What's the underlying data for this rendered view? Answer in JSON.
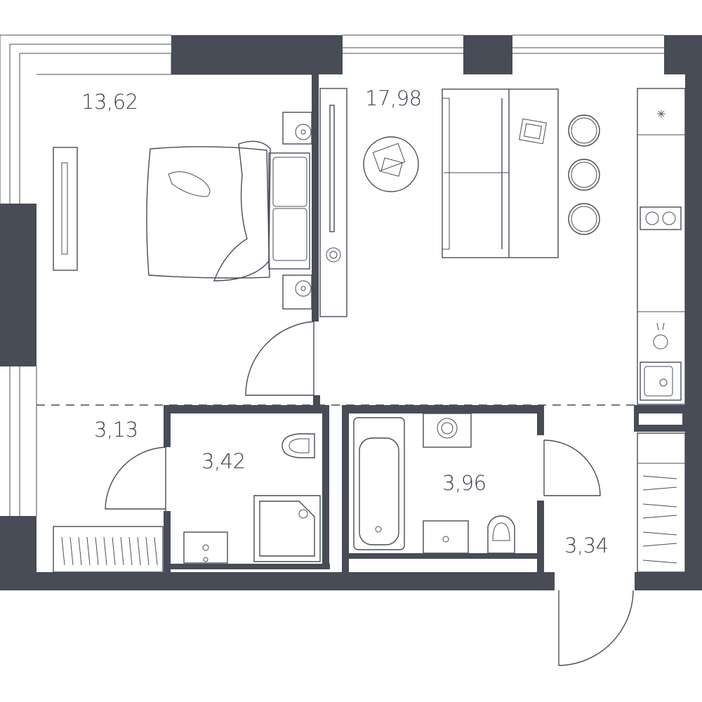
{
  "colors": {
    "wall": "#474c57",
    "line": "#474c57",
    "text": "#3c414c",
    "background": "#ffffff"
  },
  "rooms": [
    {
      "id": "bedroom",
      "area": "13,62"
    },
    {
      "id": "living-room",
      "area": "17,98"
    },
    {
      "id": "hallway",
      "area": "3,13"
    },
    {
      "id": "bathroom-1",
      "area": "3,42"
    },
    {
      "id": "bathroom-2",
      "area": "3,96"
    },
    {
      "id": "entrance",
      "area": "3,34"
    }
  ],
  "icons": [
    "bed-icon",
    "pillow-icon",
    "nightstand-lamp-icon",
    "wardrobe-icon",
    "tv-stand-icon",
    "plant-icon",
    "sofa-icon",
    "coffee-table-icon",
    "laptop-icon",
    "bar-stool-icon",
    "kitchen-counter-icon",
    "cooktop-icon",
    "sink-icon",
    "faucet-icon",
    "toilet-icon",
    "shower-tray-icon",
    "washbasin-icon",
    "bathtub-icon",
    "washing-machine-icon",
    "radiator-icon",
    "shoe-rack-icon",
    "door-swing-icon"
  ]
}
